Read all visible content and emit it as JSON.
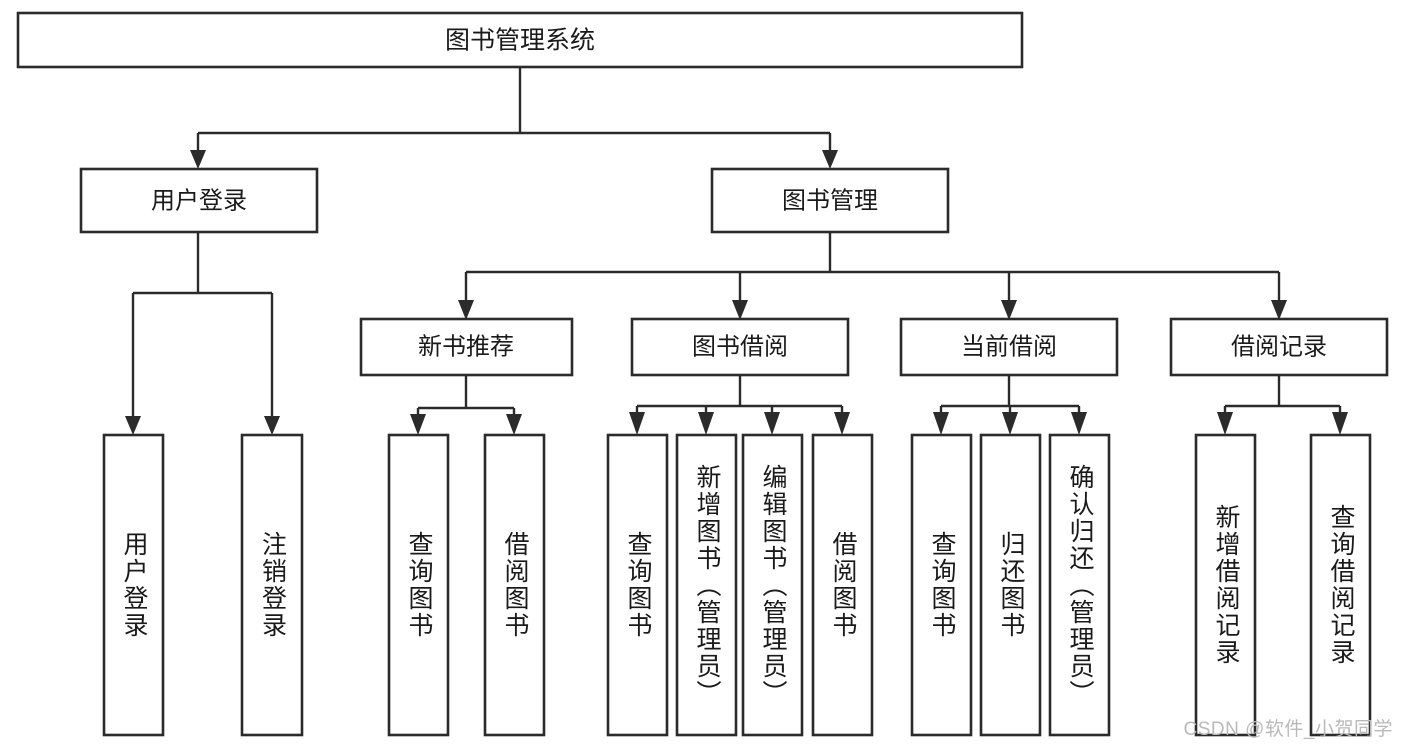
{
  "diagram": {
    "type": "tree-hierarchy",
    "title": "图书管理系统",
    "watermark": "CSDN @软件_小贺同学",
    "colors": {
      "stroke": "#2b2b2b",
      "fill": "#ffffff",
      "text": "#1a1a1a",
      "watermark": "#b9b9b9",
      "background": "#ffffff"
    },
    "levels": {
      "root": {
        "label": "图书管理系统"
      },
      "level2": [
        {
          "label": "用户登录"
        },
        {
          "label": "图书管理"
        }
      ],
      "level3": [
        {
          "label": "新书推荐"
        },
        {
          "label": "图书借阅"
        },
        {
          "label": "当前借阅"
        },
        {
          "label": "借阅记录"
        }
      ],
      "leaves": {
        "user_login": [
          {
            "label": "用户登录"
          },
          {
            "label": "注销登录"
          }
        ],
        "new_book_recommend": [
          {
            "label": "查询图书"
          },
          {
            "label": "借阅图书"
          }
        ],
        "book_borrow": [
          {
            "label": "查询图书"
          },
          {
            "label": "新增图书（管理员）"
          },
          {
            "label": "编辑图书（管理员）"
          },
          {
            "label": "借阅图书"
          }
        ],
        "current_borrow": [
          {
            "label": "查询图书"
          },
          {
            "label": "归还图书"
          },
          {
            "label": "确认归还（管理员）"
          }
        ],
        "borrow_record": [
          {
            "label": "新增借阅记录"
          },
          {
            "label": "查询借阅记录"
          }
        ]
      }
    },
    "edges": [
      {
        "from": "图书管理系统",
        "to": "用户登录"
      },
      {
        "from": "图书管理系统",
        "to": "图书管理"
      },
      {
        "from": "用户登录",
        "to": "用户登录"
      },
      {
        "from": "用户登录",
        "to": "注销登录"
      },
      {
        "from": "图书管理",
        "to": "新书推荐"
      },
      {
        "from": "图书管理",
        "to": "图书借阅"
      },
      {
        "from": "图书管理",
        "to": "当前借阅"
      },
      {
        "from": "图书管理",
        "to": "借阅记录"
      },
      {
        "from": "新书推荐",
        "to": "查询图书"
      },
      {
        "from": "新书推荐",
        "to": "借阅图书"
      },
      {
        "from": "图书借阅",
        "to": "查询图书"
      },
      {
        "from": "图书借阅",
        "to": "新增图书（管理员）"
      },
      {
        "from": "图书借阅",
        "to": "编辑图书（管理员）"
      },
      {
        "from": "图书借阅",
        "to": "借阅图书"
      },
      {
        "from": "当前借阅",
        "to": "查询图书"
      },
      {
        "from": "当前借阅",
        "to": "归还图书"
      },
      {
        "from": "当前借阅",
        "to": "确认归还（管理员）"
      },
      {
        "from": "借阅记录",
        "to": "新增借阅记录"
      },
      {
        "from": "借阅记录",
        "to": "查询借阅记录"
      }
    ]
  }
}
